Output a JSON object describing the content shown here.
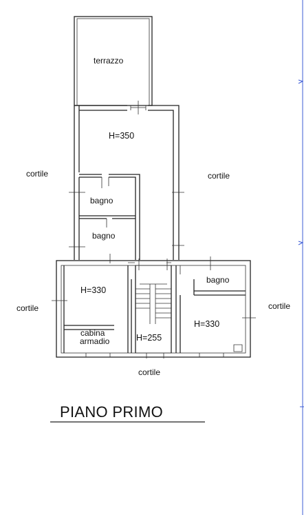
{
  "title": "PIANO PRIMO",
  "rooms": {
    "terrace": "terrazzo",
    "main_hall": "H=350",
    "bath_upper": "bagno",
    "bath_middle": "bagno",
    "bedroom_left": "H=330",
    "closet": "cabina\narmadio",
    "bath_right": "bagno",
    "bedroom_right": "H=330",
    "stair_landing": "H=255"
  },
  "surroundings": {
    "courtyard_upper_left": "cortile",
    "courtyard_upper_right": "cortile",
    "courtyard_left": "cortile",
    "courtyard_right": "cortile",
    "courtyard_bottom": "cortile"
  },
  "colors": {
    "walls": "#222222",
    "frame_accent": "#3b5bd6"
  }
}
